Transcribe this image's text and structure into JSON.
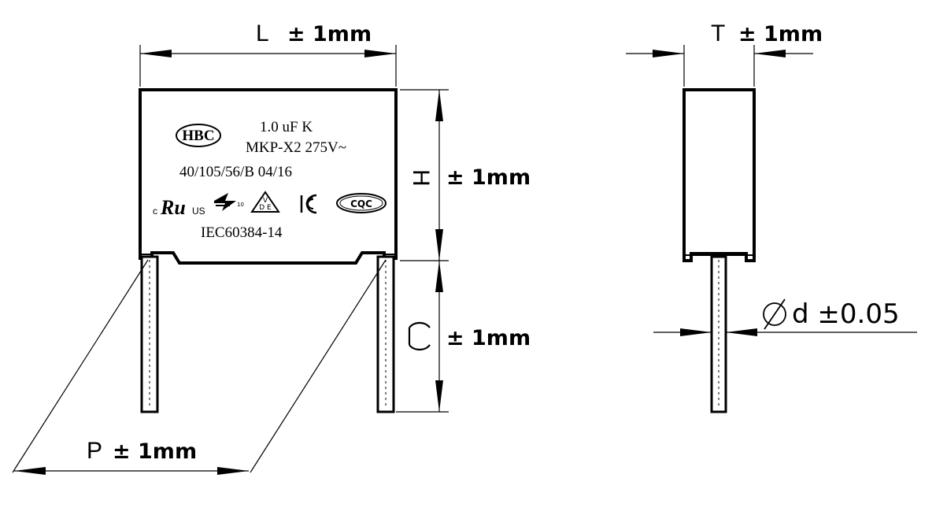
{
  "front_view": {
    "length_label": "L",
    "length_tol": "± 1mm",
    "height_label": "H",
    "height_tol": "± 1mm",
    "lead_label": "C",
    "lead_tol": "± 1mm",
    "pitch_label": "P",
    "pitch_tol": "± 1mm"
  },
  "body_marking": {
    "brand": "HBC",
    "line1": "1.0 uF K",
    "line2": "MKP-X2 275V~",
    "line3": "40/105/56/B 04/16",
    "standard": "IEC60384-14"
  },
  "cert_marks": {
    "ul_left": "c",
    "ul_right": "US",
    "ul_main": "Ru",
    "enec": "10",
    "vde_top": "V",
    "vde_bottom": "D E",
    "kc": "K",
    "cqc": "CQC"
  },
  "side_view": {
    "thickness_label": "T",
    "thickness_tol": "± 1mm",
    "diameter_label": "d ±0.05"
  }
}
